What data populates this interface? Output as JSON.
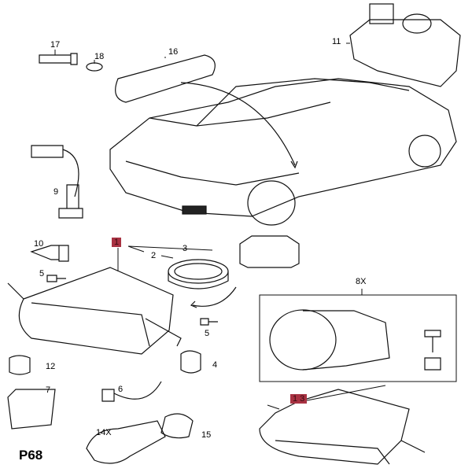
{
  "diagram_title": "P68",
  "highlight_color": "#a83242",
  "group_label": "8X",
  "parts": [
    {
      "id": "17",
      "label": "17"
    },
    {
      "id": "18",
      "label": "18"
    },
    {
      "id": "16",
      "label": "16"
    },
    {
      "id": "11",
      "label": "11"
    },
    {
      "id": "9",
      "label": "9"
    },
    {
      "id": "10",
      "label": "10"
    },
    {
      "id": "1",
      "label": "1",
      "highlighted": true
    },
    {
      "id": "3",
      "label": "3"
    },
    {
      "id": "2",
      "label": "2"
    },
    {
      "id": "5a",
      "label": "5"
    },
    {
      "id": "5b",
      "label": "5"
    },
    {
      "id": "4",
      "label": "4"
    },
    {
      "id": "12",
      "label": "12"
    },
    {
      "id": "7",
      "label": "7"
    },
    {
      "id": "6",
      "label": "6"
    },
    {
      "id": "14",
      "label": "14X"
    },
    {
      "id": "15",
      "label": "15"
    },
    {
      "id": "13",
      "label": "1 3",
      "highlighted": true
    }
  ]
}
